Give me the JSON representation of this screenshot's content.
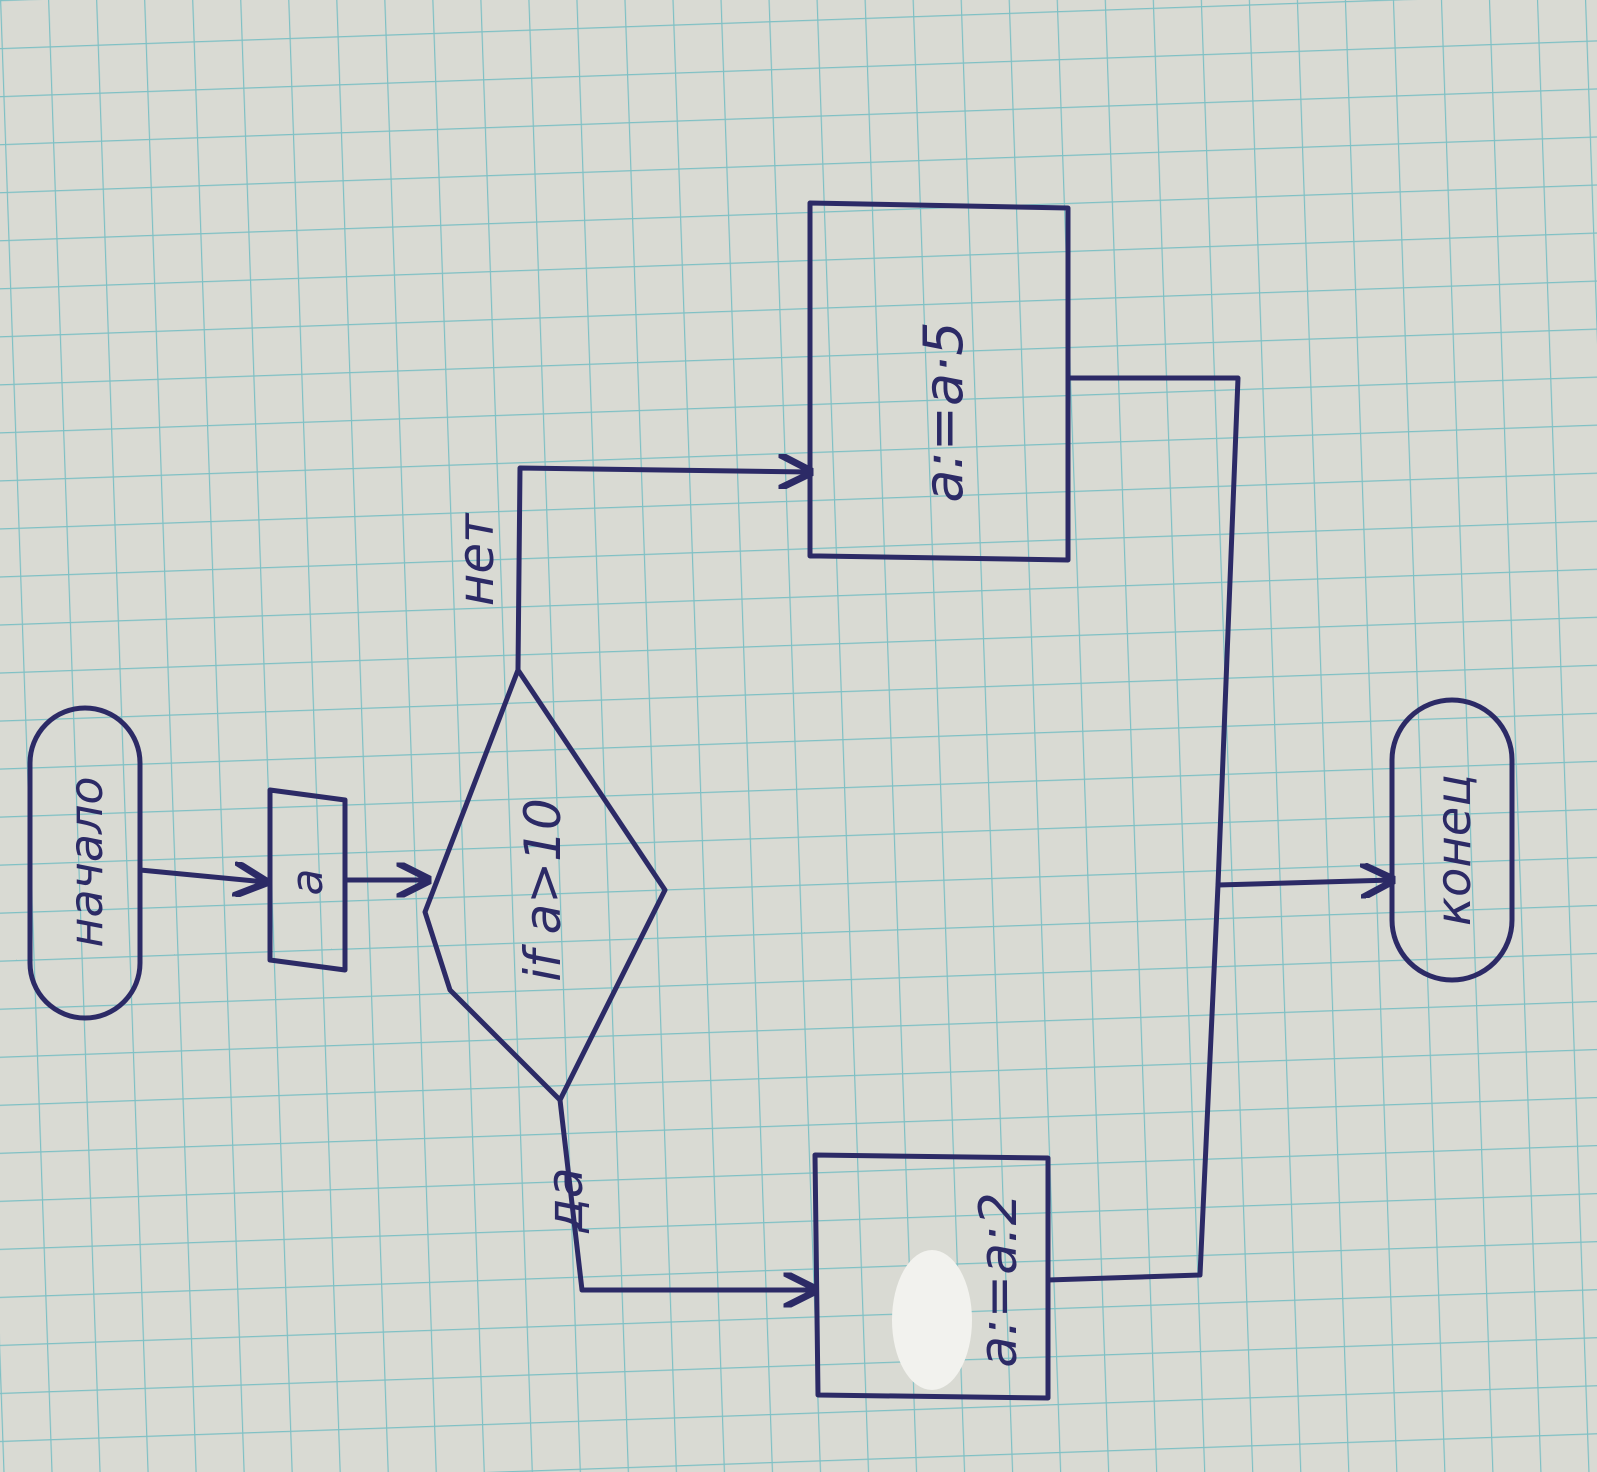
{
  "colors": {
    "paper": "#d9dad3",
    "grid": "#7fc0c4",
    "ink": "#2c2a66",
    "correction_fluid": "#f2f2ee"
  },
  "flowchart": {
    "start": "начало",
    "input": "a",
    "condition": "if a>10",
    "branch_no": "нет",
    "branch_yes": "да",
    "action_no": "a:=a·5",
    "action_yes": "a:=a:2",
    "end": "конец"
  }
}
